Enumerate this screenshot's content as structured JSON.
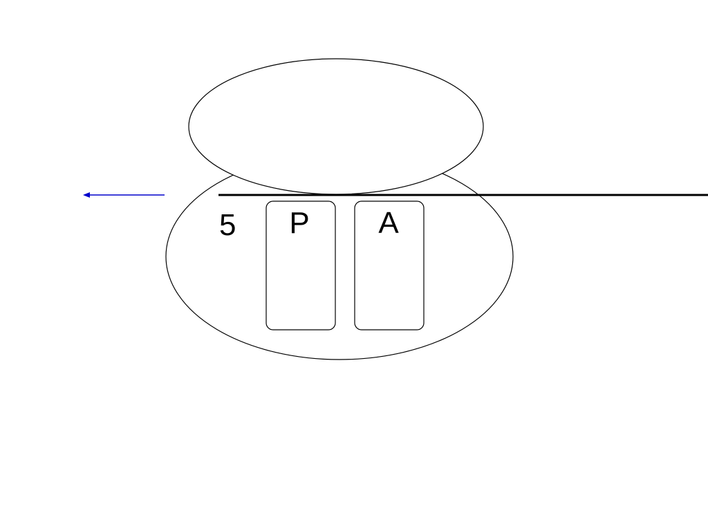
{
  "diagram": {
    "end_label": "5",
    "sites": [
      {
        "id": "p",
        "label": "P"
      },
      {
        "id": "a",
        "label": "A"
      }
    ]
  },
  "colors": {
    "outline": "#000000",
    "strand": "#000000",
    "direction_arrow": "#0000cc",
    "background": "#ffffff"
  },
  "icons": {
    "direction_arrow": "left-arrow-icon"
  }
}
